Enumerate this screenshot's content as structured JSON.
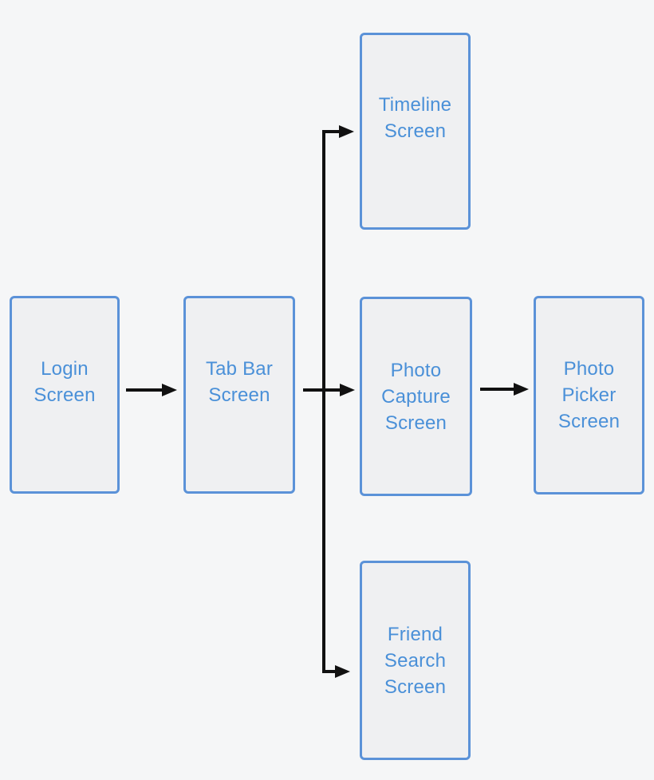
{
  "colors": {
    "canvas_bg": "#f5f6f7",
    "node_border": "#5b92d8",
    "node_fill": "#eff0f2",
    "label_text": "#4a90d8",
    "connector": "#111111"
  },
  "diagram": {
    "type": "app-screen-flow",
    "nodes": {
      "login": {
        "label": "Login\nScreen"
      },
      "tab_bar": {
        "label": "Tab Bar\nScreen"
      },
      "timeline": {
        "label": "Timeline\nScreen"
      },
      "photo_capture": {
        "label": "Photo\nCapture\nScreen"
      },
      "friend_search": {
        "label": "Friend\nSearch\nScreen"
      },
      "photo_picker": {
        "label": "Photo\nPicker\nScreen"
      }
    },
    "edges": [
      {
        "from": "Login Screen",
        "to": "Tab Bar Screen"
      },
      {
        "from": "Tab Bar Screen",
        "to": "Timeline Screen"
      },
      {
        "from": "Tab Bar Screen",
        "to": "Photo Capture Screen"
      },
      {
        "from": "Tab Bar Screen",
        "to": "Friend Search Screen"
      },
      {
        "from": "Photo Capture Screen",
        "to": "Photo Picker Screen"
      }
    ]
  }
}
